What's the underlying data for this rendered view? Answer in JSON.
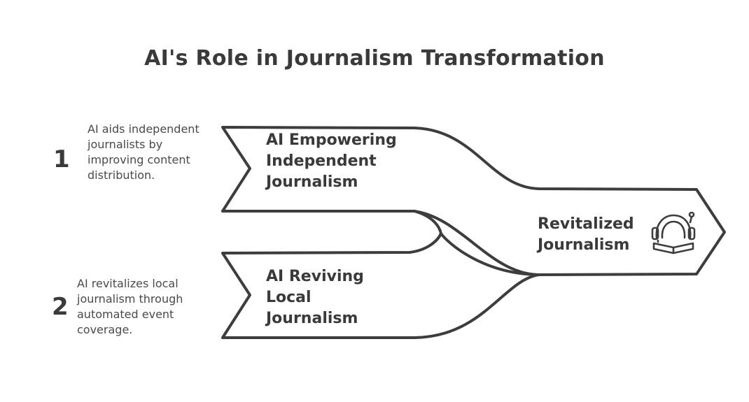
{
  "title": "AI's Role in Journalism Transformation",
  "steps": [
    {
      "number": "1",
      "description": "AI aids independent journalists by improving content distribution.",
      "label": "AI Empowering Independent Journalism"
    },
    {
      "number": "2",
      "description": "AI revitalizes local journalism through automated event coverage.",
      "label": "AI Reviving Local Journalism"
    }
  ],
  "outcome": {
    "label": "Revitalized Journalism",
    "icon": "journalism-icon"
  },
  "colors": {
    "stroke": "#3d3d3d",
    "text": "#3a3a3a",
    "background": "#ffffff"
  }
}
